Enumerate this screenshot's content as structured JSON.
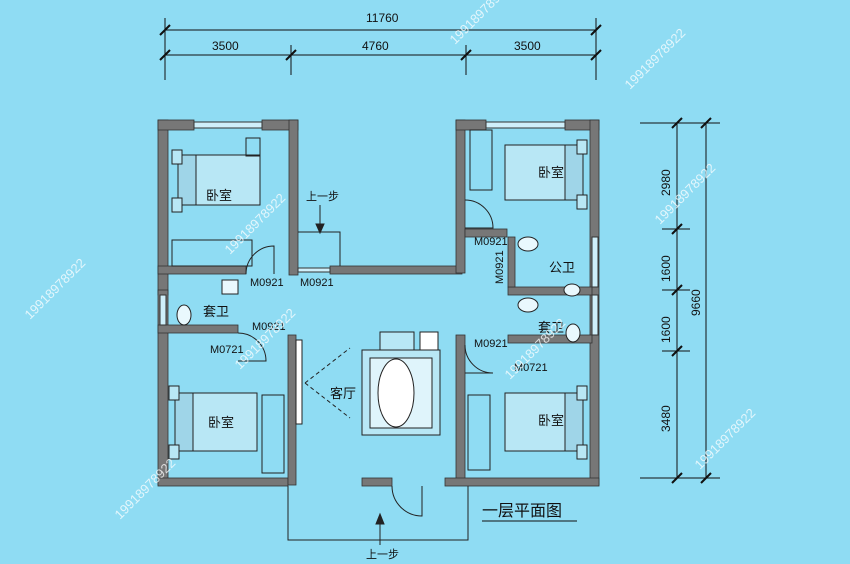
{
  "dimensions": {
    "total_width": "11760",
    "widths": [
      "3500",
      "4760",
      "3500"
    ],
    "total_height": "9660",
    "heights": [
      "2980",
      "1600",
      "1600",
      "3480"
    ]
  },
  "rooms": {
    "bedroom_tl": "卧室",
    "bedroom_tr": "卧室",
    "bedroom_bl": "卧室",
    "bedroom_br": "卧室",
    "public_bath": "公卫",
    "ensuite_left": "套卫",
    "ensuite_right": "套卫",
    "living_room": "客厅"
  },
  "doors": {
    "d1": "M0921",
    "d2": "M0921",
    "d3": "M0921",
    "d4": "M0721",
    "d5": "M0921",
    "d6": "M0921",
    "d7": "M0921",
    "d8": "M0721"
  },
  "steps": {
    "upper": "上一步",
    "lower": "上一步"
  },
  "title": "一层平面图",
  "watermark": "19918978922",
  "colors": {
    "background": "#8fdcf3",
    "wall": "#777777",
    "ink": "#111111"
  }
}
